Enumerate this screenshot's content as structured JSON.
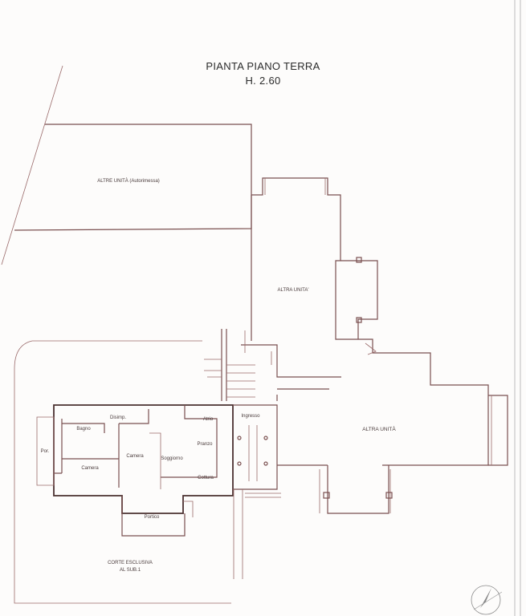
{
  "title": {
    "line1": "PIANTA PIANO TERRA",
    "line2": "H. 2.60"
  },
  "rooms": {
    "altre_unita": "ALTRE UNITÀ (Autorimessa)",
    "altra_unita_top": "ALTRA UNITA'",
    "altra_unita_right": "ALTRA UNITÀ",
    "bagno": "Bagno",
    "disimp": "Disimp.",
    "atrio": "Atrio",
    "ingresso": "Ingresso",
    "camera_left": "Camera",
    "camera_mid": "Camera",
    "soggiorno": "Soggiorno",
    "pranzo": "Pranzo",
    "cottura": "Cottura",
    "portico_left": "Por.",
    "portico": "Portico",
    "corte_line1": "CORTE ESCLUSIVA",
    "corte_line2": "AL SUB.1"
  }
}
